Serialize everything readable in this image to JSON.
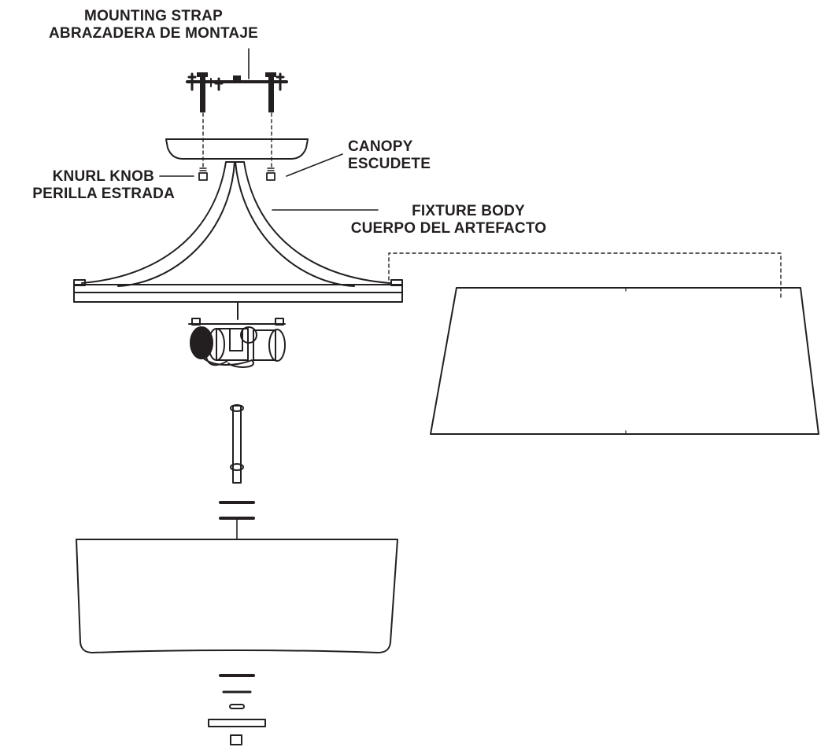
{
  "colors": {
    "ink": "#231f20",
    "background": "#ffffff"
  },
  "labels": {
    "mounting_strap": {
      "en": "MOUNTING STRAP",
      "es": "ABRAZADERA DE MONTAJE"
    },
    "canopy": {
      "en": "CANOPY",
      "es": "ESCUDETE"
    },
    "knurl_knob": {
      "en": "KNURL KNOB",
      "es": "PERILLA ESTRADA"
    },
    "fixture_body": {
      "en": "FIXTURE BODY",
      "es": "CUERPO DEL ARTEFACTO"
    }
  }
}
